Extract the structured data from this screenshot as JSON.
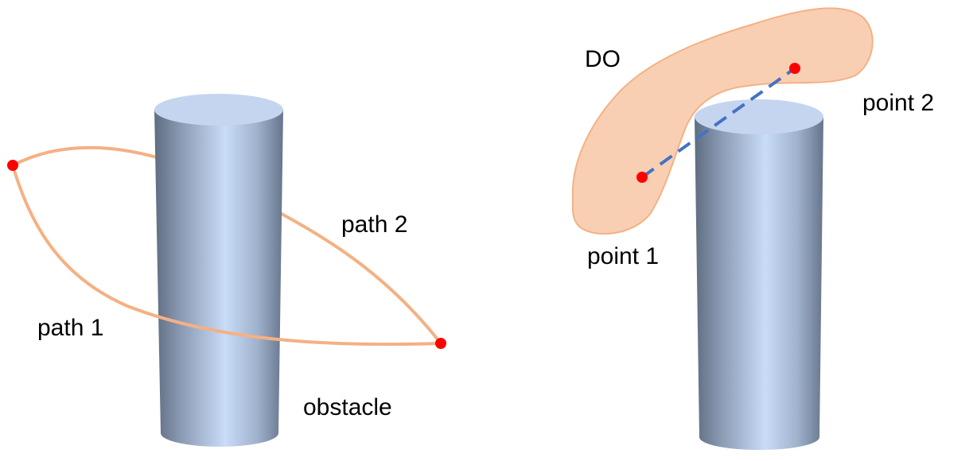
{
  "colors": {
    "path_stroke": "#F4B183",
    "blob_fill": "#F8CBAD",
    "blob_stroke": "#F4B183",
    "point": "#FF0000",
    "dashed_line": "#4472C4",
    "cylinder_top": "#C5D5F0",
    "cylinder_dark": "#5F6D82",
    "cylinder_light": "#C9DCF8"
  },
  "left_panel": {
    "label_path1": "path 1",
    "label_path2": "path 2",
    "label_obstacle": "obstacle"
  },
  "right_panel": {
    "label_do": "DO",
    "label_point1": "point 1",
    "label_point2": "point 2"
  }
}
